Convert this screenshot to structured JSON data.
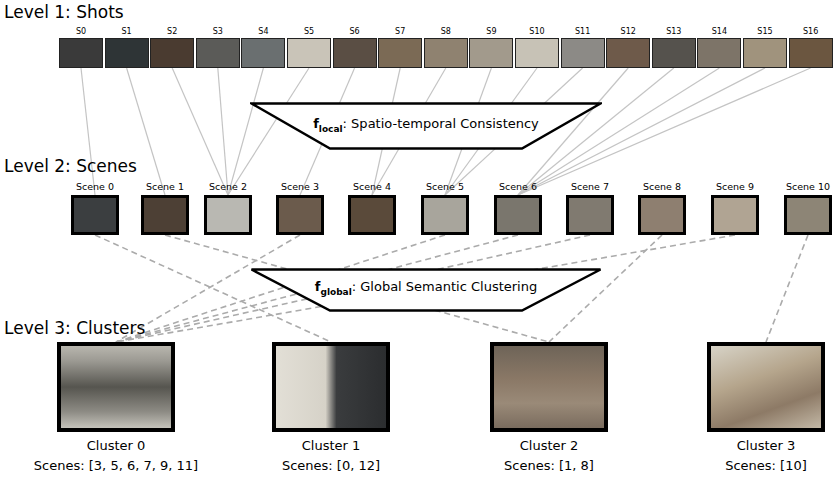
{
  "diagram": {
    "nodes": [
      {
        "text": [
          "S0"
        ]
      },
      {
        "text": [
          "S1"
        ]
      },
      {
        "text": [
          "S2"
        ]
      },
      {
        "text": [
          "S3"
        ]
      },
      {
        "text": [
          "S4"
        ]
      },
      {
        "text": [
          "S5"
        ]
      },
      {
        "text": [
          "S6"
        ]
      },
      {
        "text": [
          "S7"
        ]
      },
      {
        "text": [
          "S8"
        ]
      },
      {
        "text": [
          "S9"
        ]
      },
      {
        "text": [
          "S10"
        ]
      },
      {
        "text": [
          "S11"
        ]
      },
      {
        "text": [
          "S12"
        ]
      },
      {
        "text": [
          "S13"
        ]
      },
      {
        "text": [
          "S14"
        ]
      },
      {
        "text": [
          "S15"
        ]
      },
      {
        "text": [
          "S16"
        ]
      },
      {
        "text": [
          "f",
          "local",
          ": Spatio-temporal Consistency"
        ]
      },
      {
        "text": [
          "Scene 0"
        ]
      },
      {
        "text": [
          "Scene 1"
        ]
      },
      {
        "text": [
          "Scene 2"
        ]
      },
      {
        "text": [
          "Scene 3"
        ]
      },
      {
        "text": [
          "Scene 4"
        ]
      },
      {
        "text": [
          "Scene 5"
        ]
      },
      {
        "text": [
          "Scene 6"
        ]
      },
      {
        "text": [
          "Scene 7"
        ]
      },
      {
        "text": [
          "Scene 8"
        ]
      },
      {
        "text": [
          "Scene 9"
        ]
      },
      {
        "text": [
          "Scene 10"
        ]
      },
      {
        "text": [
          "f",
          "global",
          ": Global Semantic Clustering"
        ]
      },
      {
        "text": [
          "Cluster 0",
          "Scenes: [3, 5, 6, 7, 9, 11]"
        ]
      },
      {
        "text": [
          "Cluster 1",
          "Scenes: [0, 12]"
        ]
      },
      {
        "text": [
          "Cluster 2",
          "Scenes: [1, 8]"
        ]
      },
      {
        "text": [
          "Cluster 3",
          "Scenes: [10]"
        ]
      }
    ],
    "edges": [
      {
        "from": 0,
        "to": 18,
        "arrow": "none"
      },
      {
        "from": 1,
        "to": 19,
        "arrow": "none"
      },
      {
        "from": 2,
        "to": 20,
        "arrow": "none"
      },
      {
        "from": 3,
        "to": 20,
        "arrow": "none"
      },
      {
        "from": 4,
        "to": 20,
        "arrow": "none"
      },
      {
        "from": 5,
        "to": 20,
        "arrow": "none"
      },
      {
        "from": 6,
        "to": 21,
        "arrow": "none"
      },
      {
        "from": 7,
        "to": 22,
        "arrow": "none"
      },
      {
        "from": 8,
        "to": 22,
        "arrow": "none"
      },
      {
        "from": 9,
        "to": 23,
        "arrow": "none"
      },
      {
        "from": 10,
        "to": 23,
        "arrow": "none"
      },
      {
        "from": 11,
        "to": 23,
        "arrow": "none"
      },
      {
        "from": 12,
        "to": 24,
        "arrow": "none"
      },
      {
        "from": 13,
        "to": 24,
        "arrow": "none"
      },
      {
        "from": 14,
        "to": 24,
        "arrow": "none"
      },
      {
        "from": 15,
        "to": 24,
        "arrow": "none"
      },
      {
        "from": 16,
        "to": 24,
        "arrow": "none"
      },
      {
        "from": 21,
        "to": 30,
        "arrow": "none"
      },
      {
        "from": 23,
        "to": 30,
        "arrow": "none"
      },
      {
        "from": 24,
        "to": 30,
        "arrow": "none"
      },
      {
        "from": 25,
        "to": 30,
        "arrow": "none"
      },
      {
        "from": 27,
        "to": 30,
        "arrow": "none"
      },
      {
        "from": 18,
        "to": 31,
        "arrow": "none"
      },
      {
        "from": 19,
        "to": 32,
        "arrow": "none"
      },
      {
        "from": 26,
        "to": 32,
        "arrow": "none"
      },
      {
        "from": 28,
        "to": 33,
        "arrow": "none"
      }
    ],
    "labels": [
      "Level 1: Shots",
      "Level 2: Scenes",
      "Level 3: Clusters"
    ]
  }
}
